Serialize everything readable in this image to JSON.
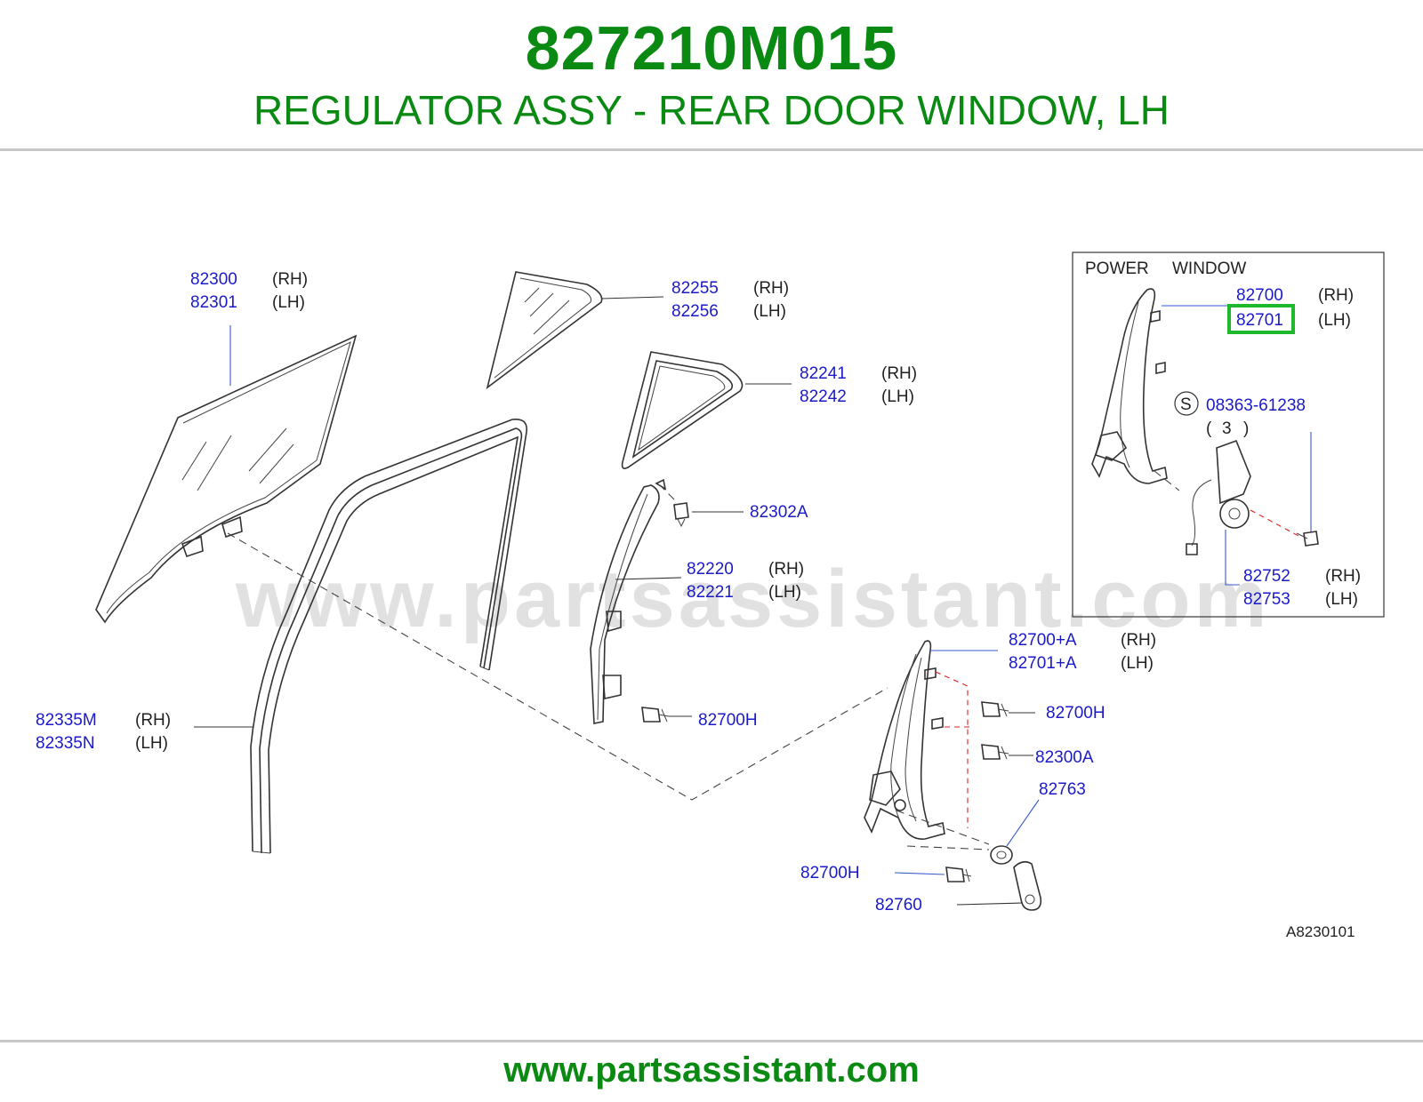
{
  "header": {
    "part_number": "827210M015",
    "description": "REGULATOR ASSY - REAR DOOR WINDOW, LH"
  },
  "footer": {
    "url": "www.partsassistant.com"
  },
  "watermark": "www.partsassistant.com",
  "colors": {
    "brand_green": "#0a8a12",
    "callout_blue": "#1a1ac8",
    "highlight_green": "#1db82b"
  },
  "inset": {
    "title_left": "POWER",
    "title_right": "WINDOW",
    "screw_symbol": "S",
    "screw_part": "08363-61238",
    "screw_qty_open": "(",
    "screw_qty": "3",
    "screw_qty_close": ")"
  },
  "callouts": {
    "p82300": "82300",
    "p82301": "82301",
    "p82255": "82255",
    "p82256": "82256",
    "p82241": "82241",
    "p82242": "82242",
    "p82302A": "82302A",
    "p82220": "82220",
    "p82221": "82221",
    "p82700H_a": "82700H",
    "p82335M": "82335M",
    "p82335N": "82335N",
    "p82700A": "82700+A",
    "p82701A": "82701+A",
    "p82700H_b": "82700H",
    "p82300A": "82300A",
    "p82763": "82763",
    "p82700H_c": "82700H",
    "p82760": "82760",
    "p82700": "82700",
    "p82701": "82701",
    "p82752": "82752",
    "p82753": "82753"
  },
  "side": {
    "rh": "(RH)",
    "lh": "(LH)"
  },
  "figure_id": "A8230101"
}
